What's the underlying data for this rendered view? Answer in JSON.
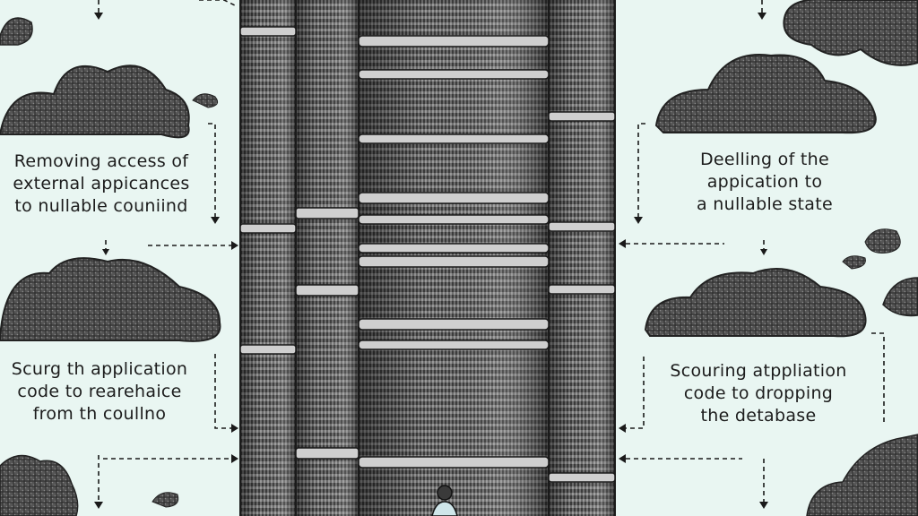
{
  "captions": {
    "top_left": [
      "Removing access of",
      "external appicances",
      "to nullable couniind"
    ],
    "bottom_left": [
      "Scurg th application",
      "code to rearehaice",
      "from th coullno"
    ],
    "top_right": [
      "Deelling of the",
      "appication to",
      "a nullable state"
    ],
    "bottom_right": [
      "Scouring atppliation",
      "code to dropping",
      "the detabase"
    ]
  },
  "colors": {
    "background": "#e9f6f2",
    "ink": "#1c1c1c",
    "cloud": "#4a4a4a",
    "tower": "#5a5a5a"
  }
}
